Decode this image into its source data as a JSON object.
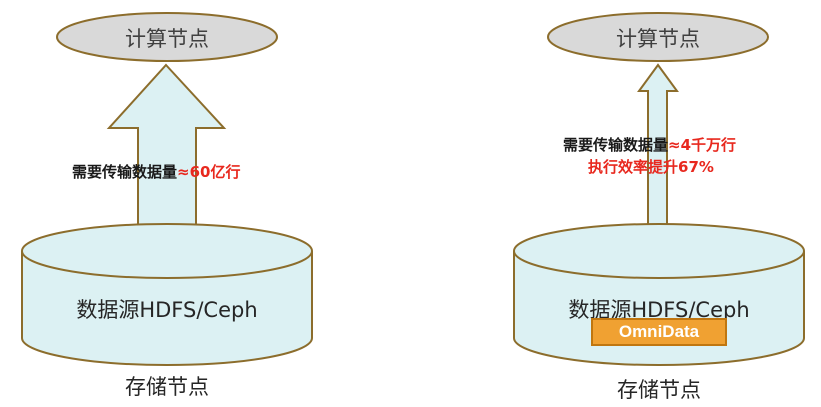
{
  "left": {
    "compute_node": "计算节点",
    "transfer_label": "需要传输数据量",
    "transfer_value": "≈60亿行",
    "data_source": "数据源HDFS/Ceph",
    "storage_node": "存储节点"
  },
  "right": {
    "compute_node": "计算节点",
    "transfer_label": "需要传输数据量",
    "transfer_value": "≈4千万行",
    "efficiency": "执行效率提升67%",
    "data_source": "数据源HDFS/Ceph",
    "omnidata": "OmniData",
    "storage_node": "存储节点"
  },
  "colors": {
    "ellipse_fill": "#d9d9d9",
    "cylinder_fill": "#dcf1f3",
    "arrow_fill": "#dcf1f3",
    "outline": "#8c6d2c",
    "highlight": "#e8281e",
    "omnidata_fill": "#f0a132"
  }
}
